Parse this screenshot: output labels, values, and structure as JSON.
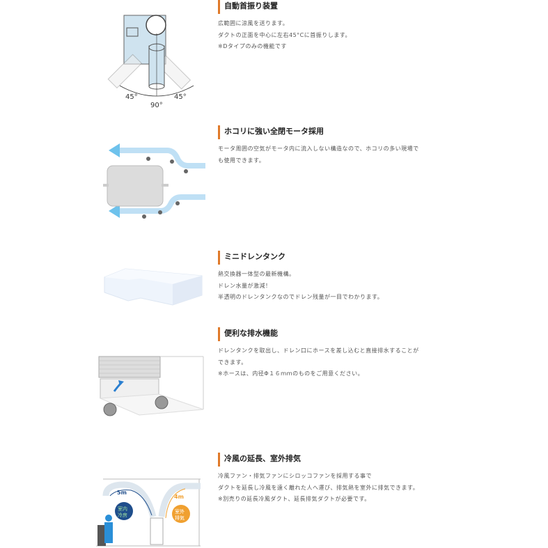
{
  "features": [
    {
      "title": "自動首振り装置",
      "lines": [
        "広範囲に涼風を送ります。",
        "ダクトの正面を中心に左右45°Cに首振りします。",
        "※Dタイプのみの機能です"
      ],
      "image": {
        "icon": "duct-swing-diagram",
        "labels": {
          "left": "45°",
          "center": "90°",
          "right": "45°"
        }
      }
    },
    {
      "title": "ホコリに強い全閉モータ採用",
      "lines": [
        "モータ周囲の空気がモータ内に流入しない構造なので、ホコリの多い現場で",
        "も使用できます。"
      ],
      "image": {
        "icon": "closed-motor-airflow-diagram"
      }
    },
    {
      "title": "ミニドレンタンク",
      "lines": [
        "熱交換器一体型の最新機構。",
        "ドレン水量が激減！",
        "半透明のドレンタンクなのでドレン残量が一目でわかります。"
      ],
      "image": {
        "icon": "drain-tank-image"
      }
    },
    {
      "title": "便利な排水機能",
      "lines": [
        "ドレンタンクを取出し、ドレン口にホースを差し込むと直接排水することが",
        "できます。",
        "※ホースは、内径Φ１６ｍｍのものをご用意ください。"
      ],
      "image": {
        "icon": "drain-hose-unit-image"
      }
    },
    {
      "title": "冷風の延長、室外排気",
      "lines": [
        "冷風ファン・排気ファンにシロッコファンを採用する事で",
        "ダクトを延長し冷風を遠く離れた人へ運び、排気熱を室外に排気できます。",
        "※別売りの延長冷風ダクト、延長排気ダクトが必要です。"
      ],
      "image": {
        "icon": "duct-extension-diagram",
        "labels": {
          "cool_distance": "5m",
          "cool_label_1": "室内",
          "cool_label_2": "冷房",
          "exhaust_distance": "4m",
          "exhaust_label_1": "室外",
          "exhaust_label_2": "排気"
        }
      }
    }
  ],
  "colors": {
    "accent": "#e07a2a",
    "heading": "#222222",
    "body": "#555555",
    "cool_blue": "#1f4e8c",
    "exhaust_orange": "#f0a030"
  }
}
